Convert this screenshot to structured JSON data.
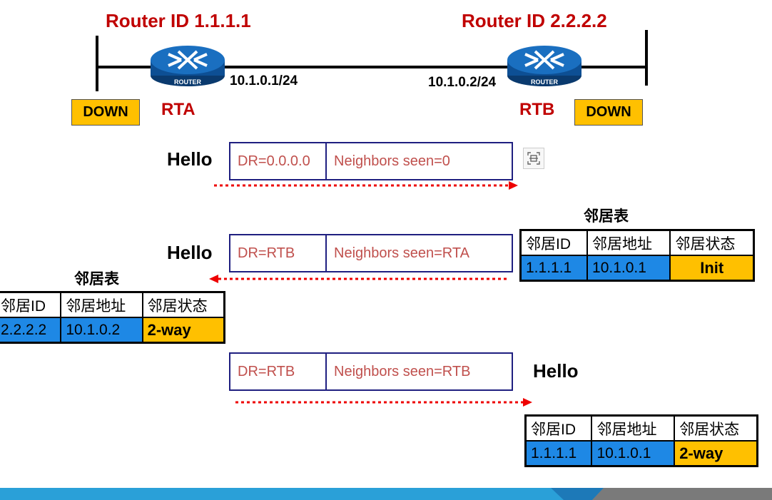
{
  "topology": {
    "rta": {
      "router_id": "Router ID 1.1.1.1",
      "name": "RTA",
      "ip": "10.1.0.1/24",
      "state": "DOWN",
      "device_label": "ROUTER"
    },
    "rtb": {
      "router_id": "Router ID 2.2.2.2",
      "name": "RTB",
      "ip": "10.1.0.2/24",
      "state": "DOWN",
      "device_label": "ROUTER"
    }
  },
  "hellos": [
    {
      "label": "Hello",
      "dr": "DR=0.0.0.0",
      "neighbors": "Neighbors seen=0"
    },
    {
      "label": "Hello",
      "dr": "DR=RTB",
      "neighbors": "Neighbors seen=RTA"
    },
    {
      "label": "Hello",
      "dr": "DR=RTB",
      "neighbors": "Neighbors seen=RTB"
    }
  ],
  "tables": {
    "rtb_first": {
      "title": "邻居表",
      "headers": [
        "邻居ID",
        "邻居地址",
        "邻居状态"
      ],
      "row": [
        "1.1.1.1",
        "10.1.0.1",
        "Init"
      ]
    },
    "rta": {
      "title": "邻居表",
      "headers": [
        "邻居ID",
        "邻居地址",
        "邻居状态"
      ],
      "row": [
        "2.2.2.2",
        "10.1.0.2",
        "2-way"
      ]
    },
    "rtb_second": {
      "headers": [
        "邻居ID",
        "邻居地址",
        "邻居状态"
      ],
      "row": [
        "1.1.1.1",
        "10.1.0.1",
        "2-way"
      ]
    }
  },
  "colors": {
    "accent_red": "#c00000",
    "state_yellow": "#ffc000",
    "row_blue": "#1e88e5",
    "footer_blue": "#2aa0d8"
  },
  "icons": {
    "toolbar": "scan-icon"
  }
}
